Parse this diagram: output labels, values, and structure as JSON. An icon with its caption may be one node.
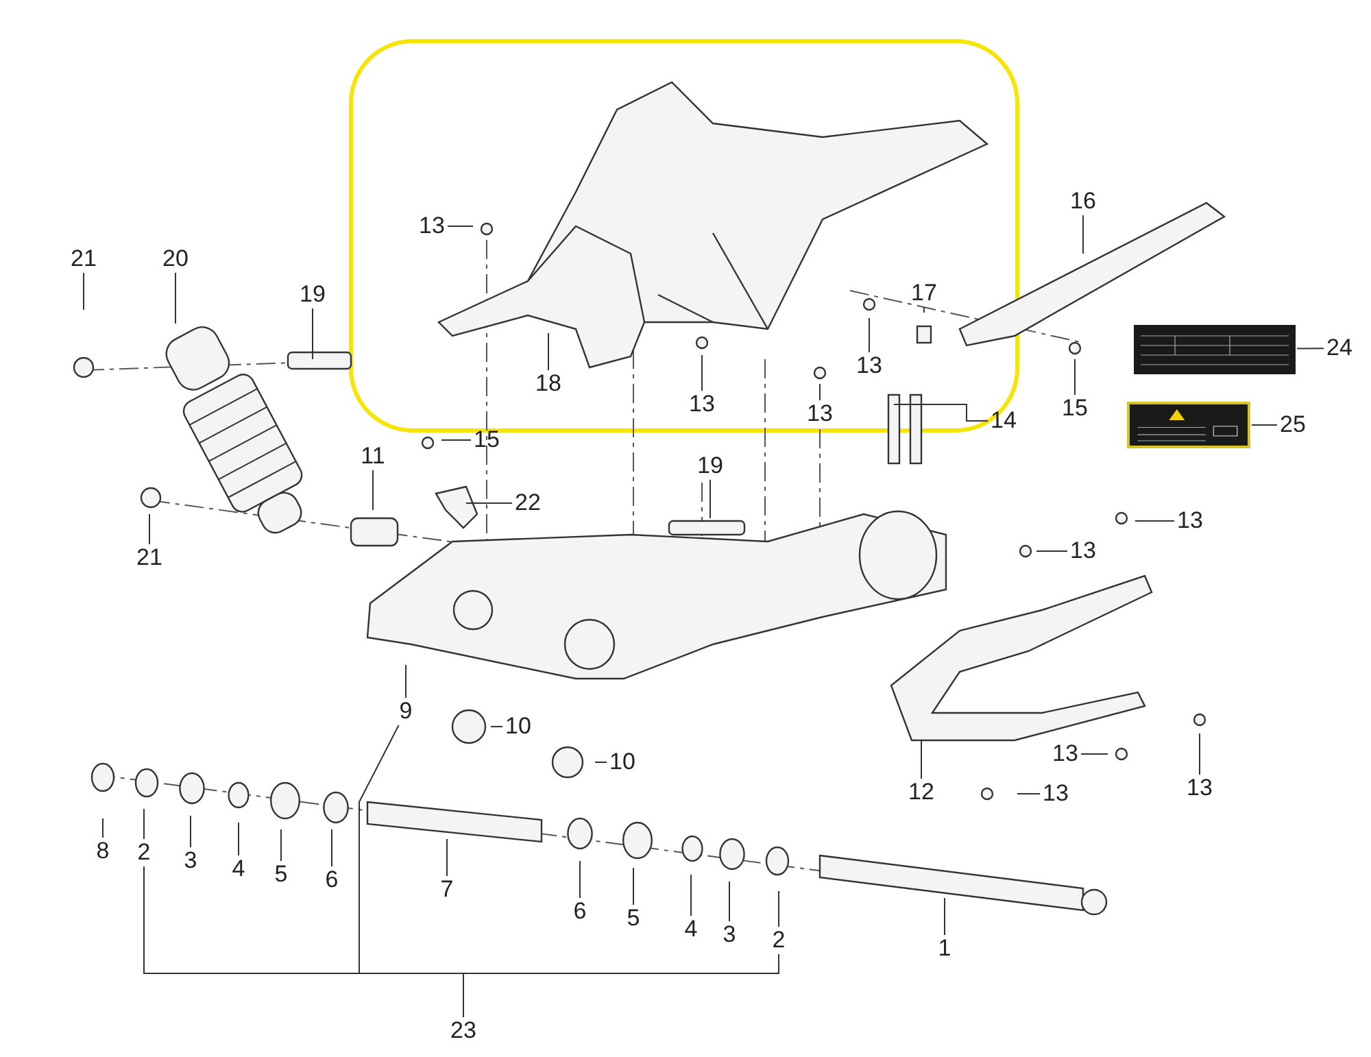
{
  "diagram": {
    "nodes": [
      {
        "text": [
          "16"
        ]
      },
      {
        "text": [
          "13"
        ]
      },
      {
        "text": [
          "21"
        ]
      },
      {
        "text": [
          "20"
        ]
      },
      {
        "text": [
          "19"
        ]
      },
      {
        "text": [
          "17"
        ]
      },
      {
        "text": [
          "24"
        ]
      },
      {
        "text": [
          "13"
        ]
      },
      {
        "text": [
          "18"
        ]
      },
      {
        "text": [
          "13"
        ]
      },
      {
        "text": [
          "13"
        ]
      },
      {
        "text": [
          "15"
        ]
      },
      {
        "text": [
          "14"
        ]
      },
      {
        "text": [
          "25"
        ]
      },
      {
        "text": [
          "15"
        ]
      },
      {
        "text": [
          "11"
        ]
      },
      {
        "text": [
          "19"
        ]
      },
      {
        "text": [
          "22"
        ]
      },
      {
        "text": [
          "13"
        ]
      },
      {
        "text": [
          "21"
        ]
      },
      {
        "text": [
          "13"
        ]
      },
      {
        "text": [
          "9"
        ]
      },
      {
        "text": [
          "10"
        ]
      },
      {
        "text": [
          "13"
        ]
      },
      {
        "text": [
          "10"
        ]
      },
      {
        "text": [
          "13"
        ]
      },
      {
        "text": [
          "12"
        ]
      },
      {
        "text": [
          "13"
        ]
      },
      {
        "text": [
          "8"
        ]
      },
      {
        "text": [
          "2"
        ]
      },
      {
        "text": [
          "3"
        ]
      },
      {
        "text": [
          "4"
        ]
      },
      {
        "text": [
          "5"
        ]
      },
      {
        "text": [
          "6"
        ]
      },
      {
        "text": [
          "7"
        ]
      },
      {
        "text": [
          "6"
        ]
      },
      {
        "text": [
          "5"
        ]
      },
      {
        "text": [
          "4"
        ]
      },
      {
        "text": [
          "3"
        ]
      },
      {
        "text": [
          "2"
        ]
      },
      {
        "text": [
          "1"
        ]
      },
      {
        "text": [
          "23"
        ]
      },
      {
        "text": [],
        "shape": "picture"
      },
      {
        "text": [],
        "shape": "picture"
      }
    ],
    "edges": [
      {
        "from": 0,
        "to": null,
        "arrow": "none"
      },
      {
        "from": 1,
        "to": null,
        "arrow": "none"
      },
      {
        "from": 2,
        "to": null,
        "arrow": "none"
      },
      {
        "from": 3,
        "to": null,
        "arrow": "none"
      },
      {
        "from": 4,
        "to": null,
        "arrow": "none"
      },
      {
        "from": 5,
        "to": null,
        "arrow": "none"
      },
      {
        "from": 6,
        "to": 42,
        "arrow": "none"
      },
      {
        "from": 7,
        "to": null,
        "arrow": "none"
      },
      {
        "from": 8,
        "to": null,
        "arrow": "none"
      },
      {
        "from": 9,
        "to": null,
        "arrow": "none"
      },
      {
        "from": 10,
        "to": null,
        "arrow": "none"
      },
      {
        "from": 11,
        "to": null,
        "arrow": "none"
      },
      {
        "from": 12,
        "to": null,
        "arrow": "none"
      },
      {
        "from": 12,
        "to": null,
        "arrow": "none"
      },
      {
        "from": 13,
        "to": 43,
        "arrow": "none"
      },
      {
        "from": 14,
        "to": null,
        "arrow": "none"
      },
      {
        "from": 15,
        "to": null,
        "arrow": "none"
      },
      {
        "from": 16,
        "to": null,
        "arrow": "none"
      },
      {
        "from": 17,
        "to": null,
        "arrow": "none"
      },
      {
        "from": 18,
        "to": null,
        "arrow": "none"
      },
      {
        "from": 19,
        "to": null,
        "arrow": "none"
      },
      {
        "from": 20,
        "to": null,
        "arrow": "none"
      },
      {
        "from": 21,
        "to": null,
        "arrow": "none"
      },
      {
        "from": 22,
        "to": null,
        "arrow": "none"
      },
      {
        "from": 23,
        "to": null,
        "arrow": "none"
      },
      {
        "from": 24,
        "to": null,
        "arrow": "none"
      },
      {
        "from": 25,
        "to": null,
        "arrow": "none"
      },
      {
        "from": 26,
        "to": null,
        "arrow": "none"
      },
      {
        "from": 27,
        "to": null,
        "arrow": "none"
      },
      {
        "from": 28,
        "to": null,
        "arrow": "none"
      },
      {
        "from": 29,
        "to": null,
        "arrow": "none"
      },
      {
        "from": 30,
        "to": null,
        "arrow": "none"
      },
      {
        "from": 31,
        "to": null,
        "arrow": "none"
      },
      {
        "from": 32,
        "to": null,
        "arrow": "none"
      },
      {
        "from": 33,
        "to": null,
        "arrow": "none"
      },
      {
        "from": 34,
        "to": null,
        "arrow": "none"
      },
      {
        "from": 35,
        "to": null,
        "arrow": "none"
      },
      {
        "from": 36,
        "to": null,
        "arrow": "none"
      },
      {
        "from": 37,
        "to": null,
        "arrow": "none"
      },
      {
        "from": 38,
        "to": null,
        "arrow": "none"
      },
      {
        "from": 39,
        "to": null,
        "arrow": "none"
      },
      {
        "from": 40,
        "to": null,
        "arrow": "none"
      },
      {
        "from": 29,
        "to": 41,
        "arrow": "none"
      },
      {
        "from": 21,
        "to": 41,
        "arrow": "none"
      },
      {
        "from": 39,
        "to": 41,
        "arrow": "none"
      }
    ]
  }
}
